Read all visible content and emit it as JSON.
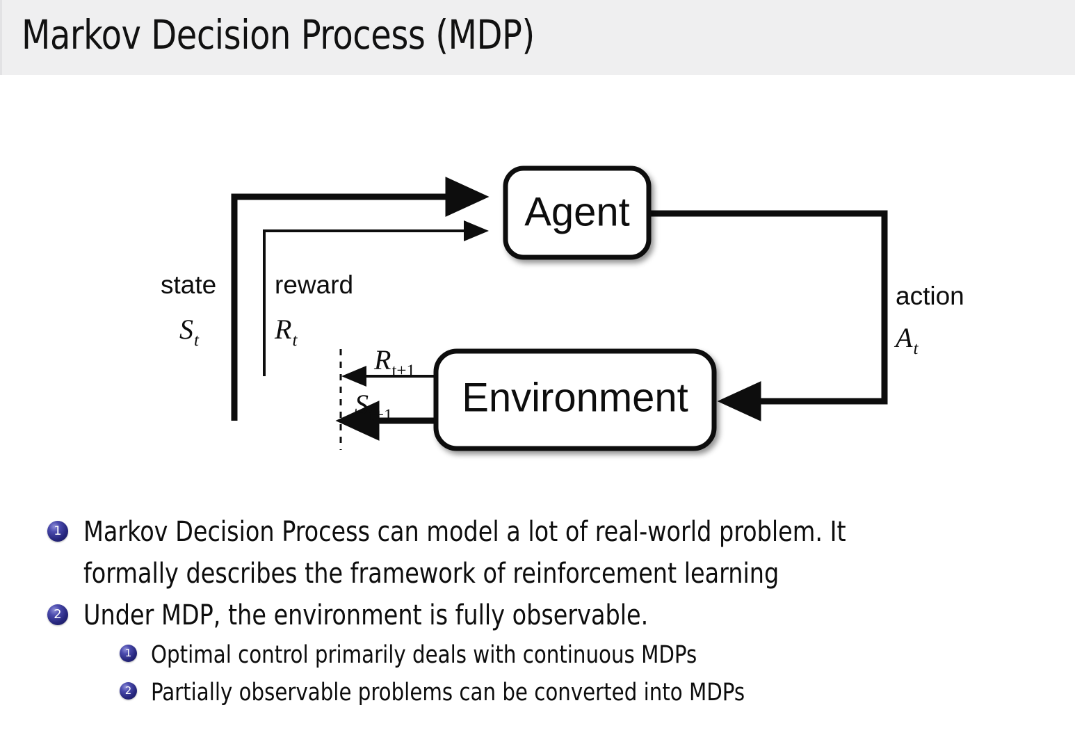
{
  "slide": {
    "title": "Markov Decision Process (MDP)",
    "header_background": "#efeff0",
    "text_color": "#0d0d0d",
    "bullet_accent": "#27277e"
  },
  "diagram": {
    "name": "agent-environment-interaction-loop",
    "nodes": {
      "agent": "Agent",
      "environment": "Environment"
    },
    "edges": {
      "state_label": "state",
      "state_symbol": "S",
      "state_symbol_sub": "t",
      "reward_label": "reward",
      "reward_symbol": "R",
      "reward_symbol_sub": "t",
      "action_label": "action",
      "action_symbol": "A",
      "action_symbol_sub": "t",
      "next_reward_symbol": "R",
      "next_reward_sub": "t+1",
      "next_state_symbol": "S",
      "next_state_sub": "t+1"
    }
  },
  "bullets": [
    {
      "index": "1",
      "level": 1,
      "lines": [
        "Markov Decision Process can model a lot of real-world problem.  It",
        "formally describes the framework of reinforcement learning"
      ]
    },
    {
      "index": "2",
      "level": 1,
      "lines": [
        "Under MDP, the environment is fully observable."
      ]
    },
    {
      "index": "1",
      "level": 2,
      "lines": [
        "Optimal control primarily deals with continuous MDPs"
      ]
    },
    {
      "index": "2",
      "level": 2,
      "lines": [
        "Partially observable problems can be converted into MDPs"
      ]
    }
  ]
}
